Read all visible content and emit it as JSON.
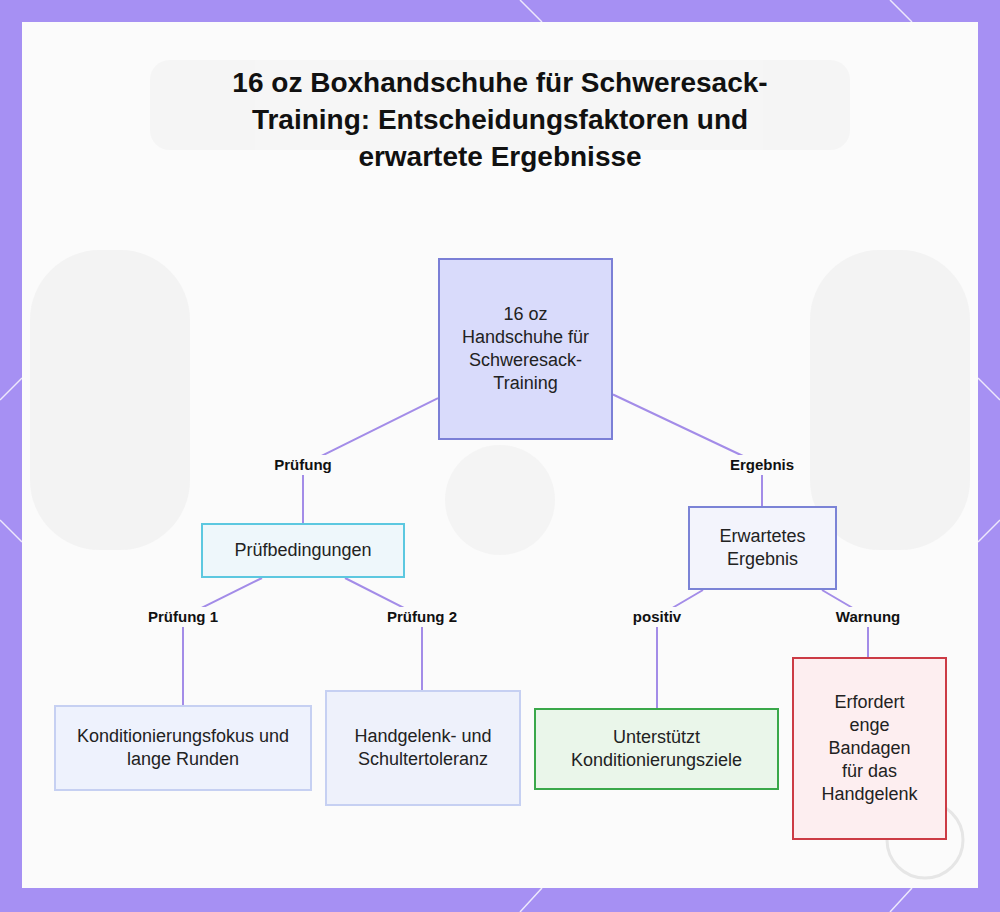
{
  "diagram": {
    "title": "16 oz Boxhandschuhe für Schweresack-Training: Entscheidungsfaktoren und erwartete Ergebnisse",
    "nodes": [
      {
        "text": [
          "16 oz Handschuhe für Schweresack-Training"
        ]
      },
      {
        "text": [
          "Prüfbedingungen"
        ]
      },
      {
        "text": [
          "Erwartetes Ergebnis"
        ]
      },
      {
        "text": [
          "Konditionierungsfokus und lange Runden"
        ]
      },
      {
        "text": [
          "Handgelenk- und Schultertoleranz"
        ]
      },
      {
        "text": [
          "Unterstützt Konditionierungsziele"
        ]
      },
      {
        "text": [
          "Erfordert enge Bandagen für das Handgelenk"
        ]
      }
    ],
    "edges": [
      {
        "from": 0,
        "to": 1,
        "label": "Prüfung",
        "arrow": "none"
      },
      {
        "from": 0,
        "to": 2,
        "label": "Ergebnis",
        "arrow": "none"
      },
      {
        "from": 1,
        "to": 3,
        "label": "Prüfung 1",
        "arrow": "none"
      },
      {
        "from": 1,
        "to": 4,
        "label": "Prüfung 2",
        "arrow": "none"
      },
      {
        "from": 2,
        "to": 5,
        "label": "positiv",
        "arrow": "none"
      },
      {
        "from": 2,
        "to": 6,
        "label": "Warnung",
        "arrow": "none"
      }
    ]
  }
}
